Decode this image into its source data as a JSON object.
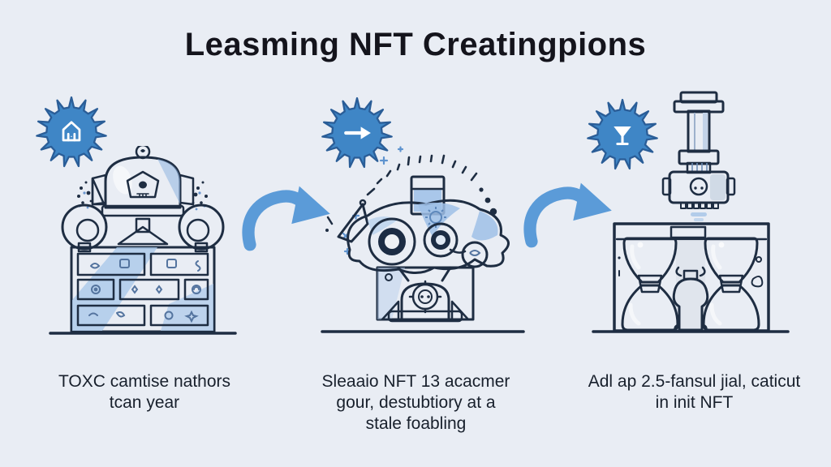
{
  "title": "Leasming NFT Creatingpions",
  "colors": {
    "background": "#e9edf4",
    "gear_blue": "#3f86c6",
    "gear_outline": "#2a5d97",
    "arrow_blue": "#5b9bd8",
    "outline_navy": "#1e2d42",
    "light_blue_fill": "#b5cdeb",
    "liquid_blue": "#3e93d8",
    "title_color": "#14141c",
    "caption_color": "#18202c"
  },
  "steps": [
    {
      "badge_icon": "gear-home-icon",
      "illustration": "robot-dispenser-cabinet",
      "caption_lines": [
        "TOXC camtise nathors",
        "tcan year"
      ]
    },
    {
      "badge_icon": "gear-arrow-icon",
      "illustration": "grinder-machine-with-gauge",
      "caption_lines": [
        "Sleaaio NFT 13 acacmer",
        "gour, destubtiory at a",
        "stale foabling"
      ]
    },
    {
      "badge_icon": "gear-martini-icon",
      "illustration": "double-hourglass-press",
      "caption_lines": [
        "Adl ap 2.5-fansul jial, caticut",
        "in init NFT"
      ]
    }
  ],
  "connectors": [
    "curved-arrow-right",
    "curved-arrow-right"
  ]
}
